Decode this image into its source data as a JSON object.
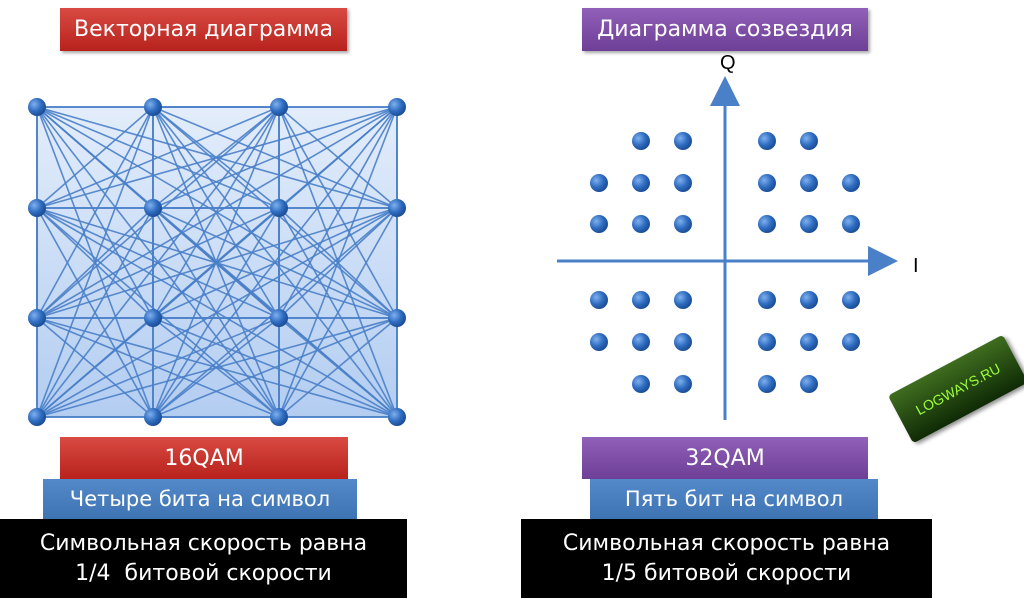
{
  "left": {
    "title": "Векторная диаграмма",
    "modulation": "16QAM",
    "bits": "Четыре бита на символ",
    "rate_line1": "Символьная скорость равна",
    "rate_line2": "1/4  битовой скорости"
  },
  "right": {
    "title": "Диаграмма созвездия",
    "modulation": "32QAM",
    "bits": "Пять бит на символ",
    "rate_line1": "Символьная скорость равна",
    "rate_line2": "1/5 битовой скорости",
    "axis_q": "Q",
    "axis_i": "I"
  },
  "watermark": "LOGWAYS.RU",
  "colors": {
    "red": "#c0302a",
    "purple": "#7b4aa2",
    "blue": "#4a7fc0",
    "point": "#3a74c4",
    "grid_fill": "#c6daf7"
  }
}
